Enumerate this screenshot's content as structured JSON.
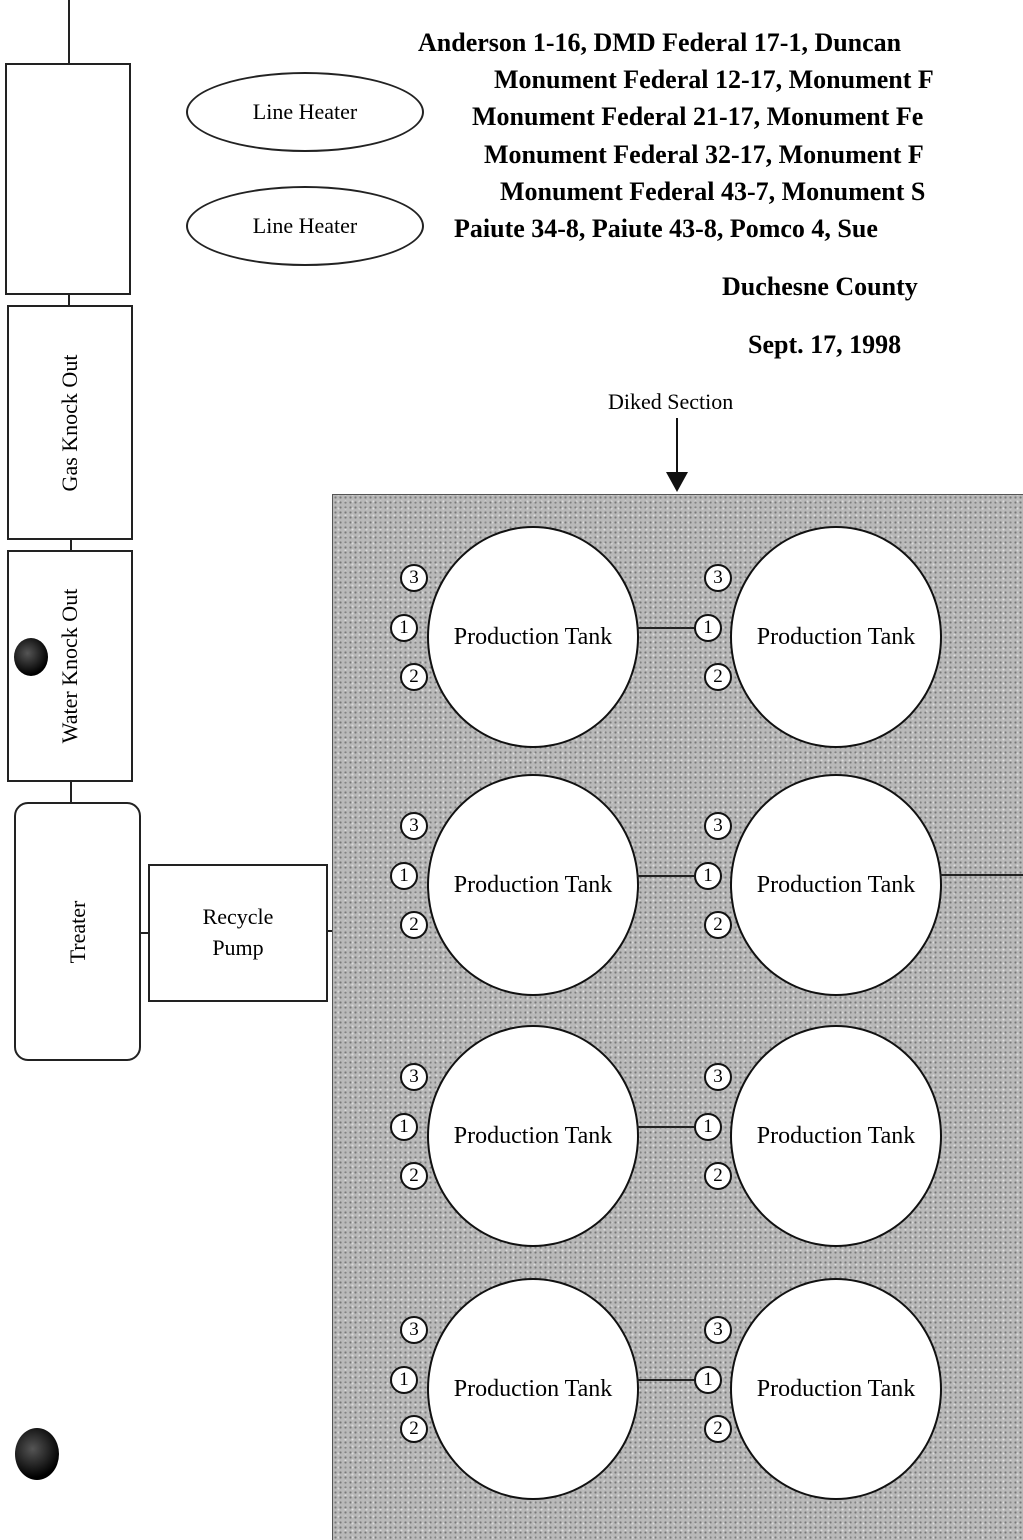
{
  "header": {
    "lines": [
      "Anderson 1-16, DMD Federal 17-1, Duncan",
      "Monument Federal 12-17, Monument F",
      "Monument Federal 21-17, Monument Fe",
      "Monument Federal 32-17, Monument F",
      "Monument Federal 43-7, Monument S",
      "Paiute 34-8, Paiute 43-8, Pomco 4, Sue"
    ],
    "county": "Duchesne County",
    "date": "Sept. 17, 1998"
  },
  "equipment": {
    "line_heater_1": "Line Heater",
    "line_heater_2": "Line Heater",
    "gas_knock_out": "Gas Knock Out",
    "water_knock_out": "Water Knock Out",
    "treater": "Treater",
    "recycle_pump_line1": "Recycle",
    "recycle_pump_line2": "Pump"
  },
  "diked_section": {
    "label": "Diked Section"
  },
  "tanks": {
    "label": "Production  Tank",
    "rows": [
      {
        "valves": [
          "3",
          "1",
          "2"
        ]
      },
      {
        "valves": [
          "3",
          "1",
          "2"
        ]
      },
      {
        "valves": [
          "3",
          "1",
          "2"
        ]
      },
      {
        "valves": [
          "3",
          "1",
          "2"
        ]
      }
    ]
  },
  "colors": {
    "diked_fill": "#b9b9b9",
    "line": "#222222"
  }
}
